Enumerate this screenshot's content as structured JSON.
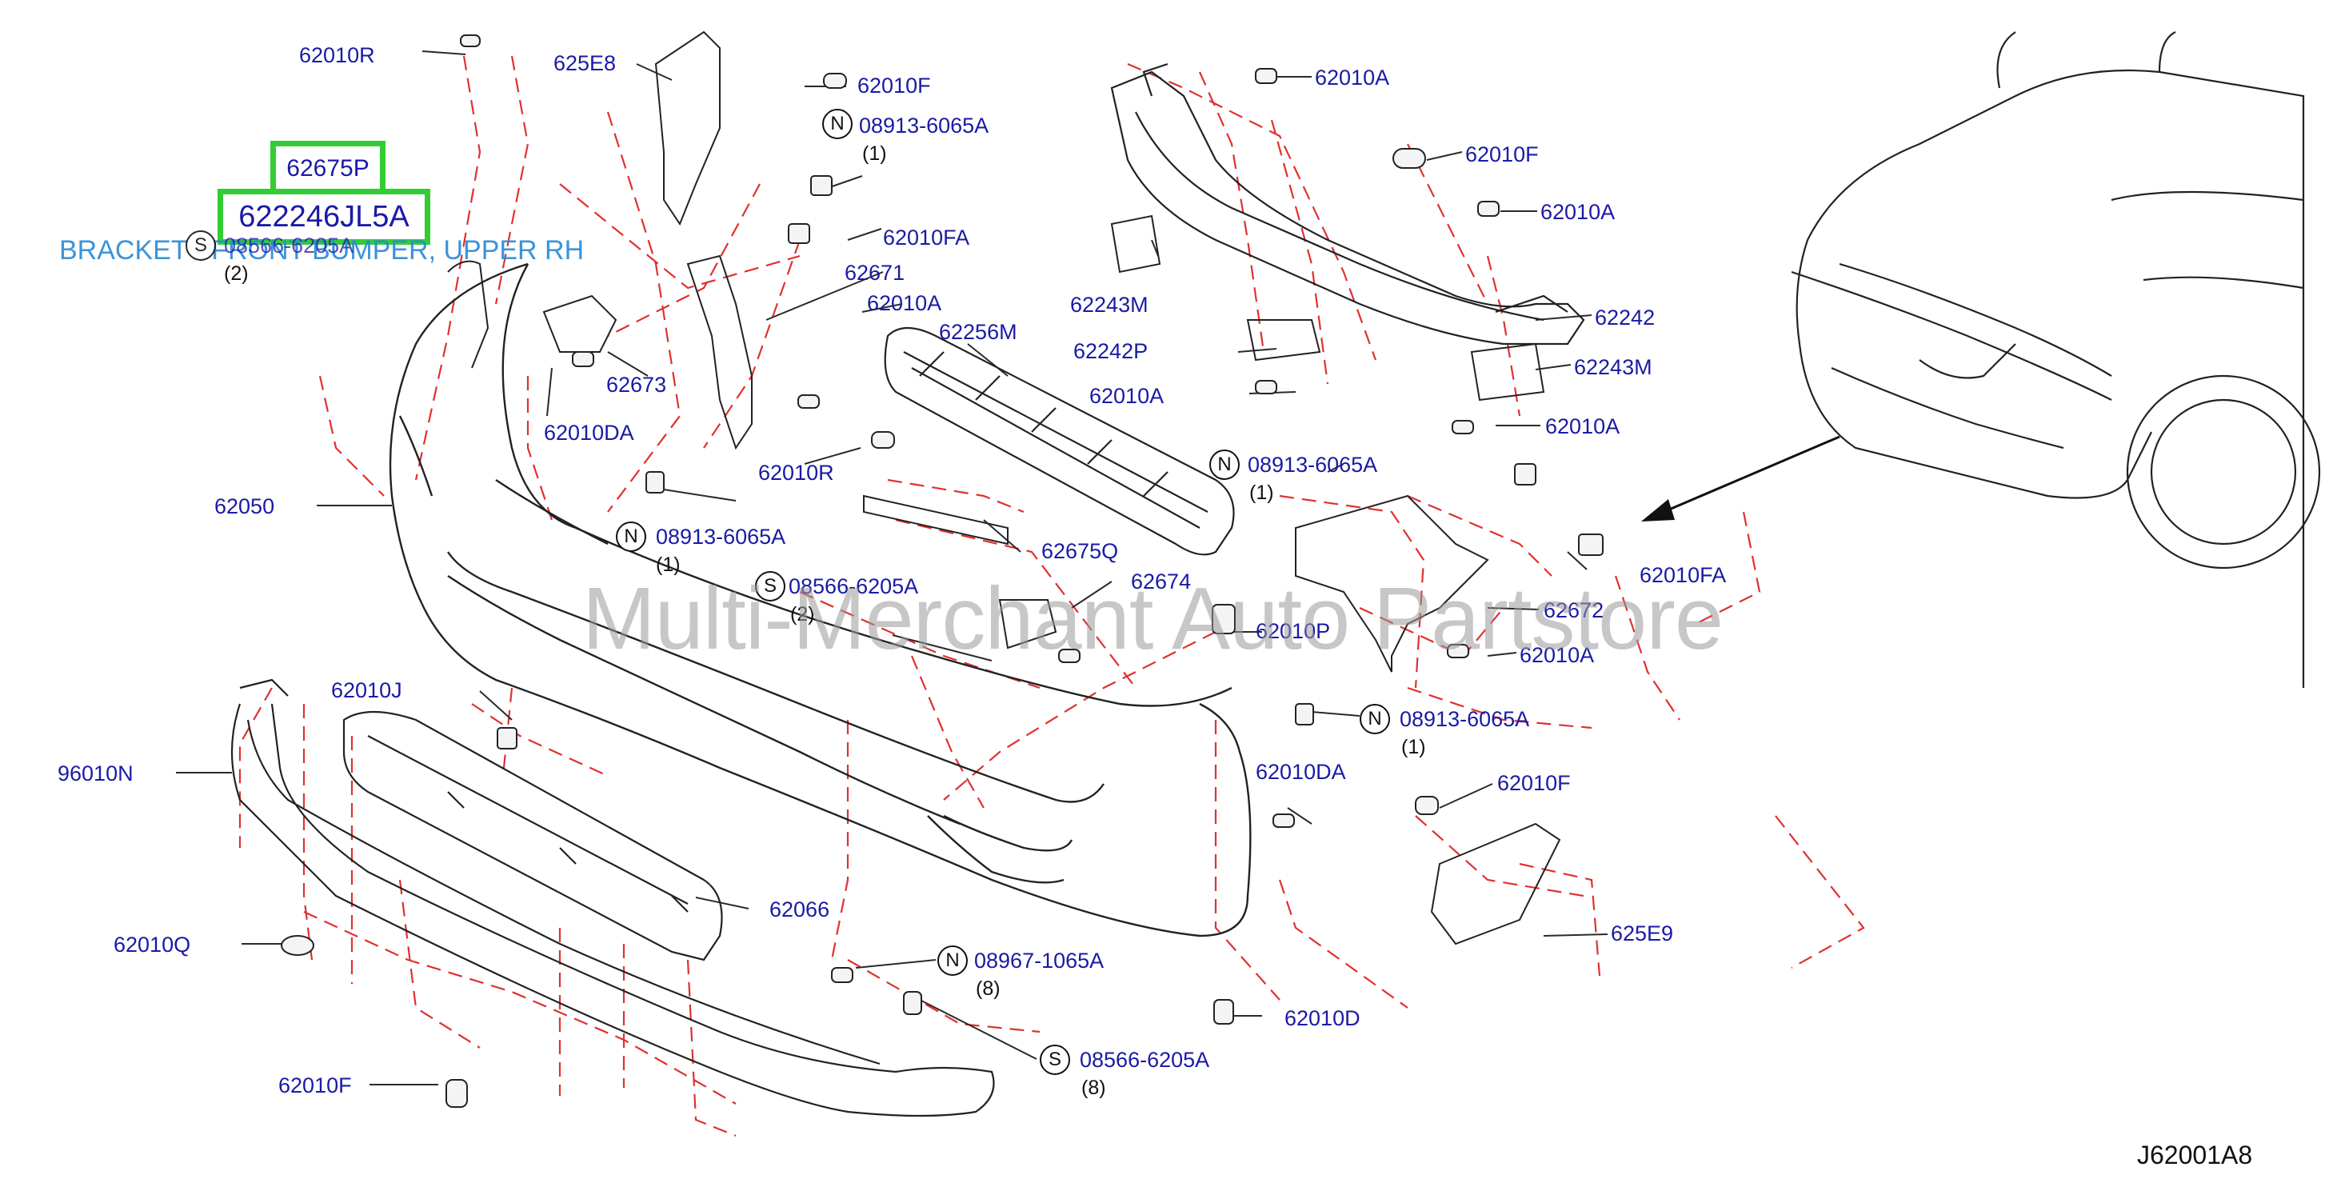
{
  "highlight": {
    "part_primary": "62675P",
    "part_selected": "622246JL5A"
  },
  "caption": "BRACKET - FRONT BUMPER, UPPER RH",
  "watermark": "Multi-Merchant Auto Partstore",
  "diagram_code": "J62001A8",
  "callouts": {
    "l_62010R_top": "62010R",
    "l_625E8": "625E8",
    "l_62010F_a": "62010F",
    "l_08913_a": "08913-6065A",
    "q_08913_a": "(1)",
    "b_08913_a": "N",
    "l_62010FA_a": "62010FA",
    "l_62671": "62671",
    "l_62010A_mid": "62010A",
    "l_62256M": "62256M",
    "l_62673": "62673",
    "l_62010DA_a": "62010DA",
    "l_62010R_mid": "62010R",
    "l_62050": "62050",
    "l_08913_b": "08913-6065A",
    "q_08913_b": "(1)",
    "b_08913_b": "N",
    "l_08566_b": "08566-6205A",
    "q_08566_b": "(2)",
    "b_08566_b": "S",
    "l_08566_a": "08566-6205A",
    "q_08566_a": "(2)",
    "b_08566_a": "S",
    "l_62675Q": "62675Q",
    "l_62674": "62674",
    "l_62010P": "62010P",
    "l_62010J": "62010J",
    "l_96010N": "96010N",
    "l_62066": "62066",
    "l_62010Q": "62010Q",
    "l_08967": "08967-1065A",
    "q_08967": "(8)",
    "b_08967": "N",
    "l_08566_c": "08566-6205A",
    "q_08566_c": "(8)",
    "b_08566_c": "S",
    "l_62010F_bot": "62010F",
    "l_62010DA_b": "62010DA",
    "l_62010D": "62010D",
    "l_62010F_r": "62010F",
    "l_625E9": "625E9",
    "l_08913_d": "08913-6065A",
    "q_08913_d": "(1)",
    "b_08913_d": "N",
    "l_62010A_r1": "62010A",
    "l_62010F_b": "62010F",
    "l_62010A_r2": "62010A",
    "l_62243M_a": "62243M",
    "l_62242P": "62242P",
    "l_62242": "62242",
    "l_62243M_b": "62243M",
    "l_62010A_r3": "62010A",
    "l_62010A_r4": "62010A",
    "l_08913_c": "08913-6065A",
    "q_08913_c": "(1)",
    "b_08913_c": "N",
    "l_62010FA_b": "62010FA",
    "l_62672": "62672",
    "l_62010A_r5": "62010A"
  },
  "colors": {
    "label": "#1a1aa6",
    "dash": "#e03030",
    "line": "#222222",
    "highlight": "#33cc33",
    "caption": "#2a8cd6"
  }
}
